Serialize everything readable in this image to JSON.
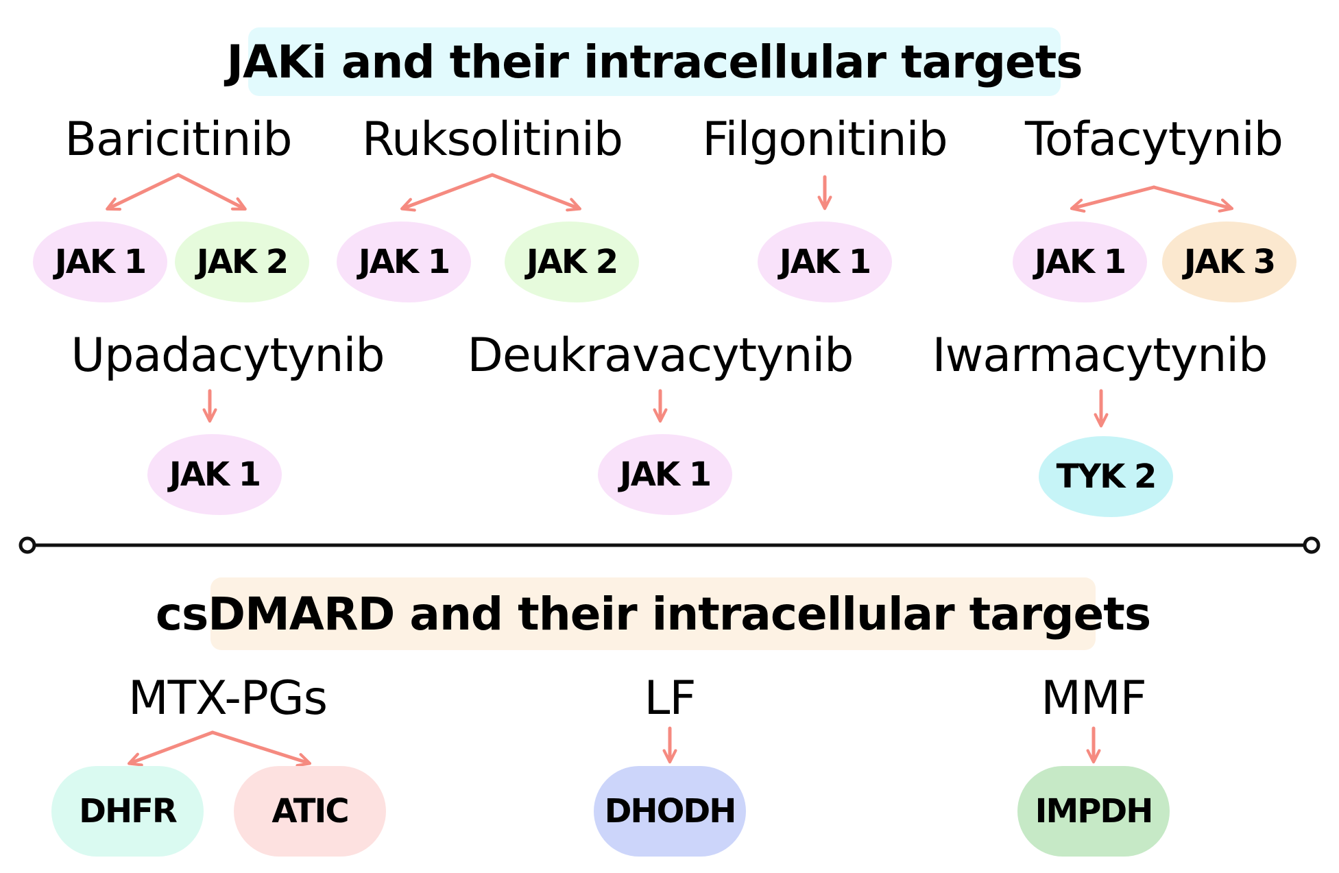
{
  "colors": {
    "arrow": "#f58a80",
    "divider": "#111111",
    "top_banner_bg": "#e2fafd",
    "bottom_banner_bg": "#fdf2e4",
    "jak1": "#f9e2fa",
    "jak2": "#e6fbdc",
    "jak3": "#fbe8cf",
    "tyk2": "#c6f4f7",
    "dhfr": "#dafaf1",
    "atic": "#fde1e0",
    "dhodh": "#ccd5fa",
    "impdh": "#c6e9c6"
  },
  "jaki_section": {
    "title": "JAKi and their intracellular targets",
    "drugs": [
      {
        "name": "Baricitinib",
        "targets": [
          {
            "label": "JAK 1",
            "kind": "jak1"
          },
          {
            "label": "JAK 2",
            "kind": "jak2"
          }
        ]
      },
      {
        "name": "Ruksolitinib",
        "targets": [
          {
            "label": "JAK 1",
            "kind": "jak1"
          },
          {
            "label": "JAK 2",
            "kind": "jak2"
          }
        ]
      },
      {
        "name": "Filgonitinib",
        "targets": [
          {
            "label": "JAK 1",
            "kind": "jak1"
          }
        ]
      },
      {
        "name": "Tofacytynib",
        "targets": [
          {
            "label": "JAK 1",
            "kind": "jak1"
          },
          {
            "label": "JAK 3",
            "kind": "jak3"
          }
        ]
      },
      {
        "name": "Upadacytynib",
        "targets": [
          {
            "label": "JAK 1",
            "kind": "jak1"
          }
        ]
      },
      {
        "name": "Deukravacytynib",
        "targets": [
          {
            "label": "JAK 1",
            "kind": "jak1"
          }
        ]
      },
      {
        "name": "Iwarmacytynib",
        "targets": [
          {
            "label": "TYK 2",
            "kind": "tyk2"
          }
        ]
      }
    ]
  },
  "csdmard_section": {
    "title": "csDMARD and their intracellular targets",
    "drugs": [
      {
        "name": "MTX-PGs",
        "targets": [
          {
            "label": "DHFR",
            "kind": "dhfr"
          },
          {
            "label": "ATIC",
            "kind": "atic"
          }
        ]
      },
      {
        "name": "LF",
        "targets": [
          {
            "label": "DHODH",
            "kind": "dhodh"
          }
        ]
      },
      {
        "name": "MMF",
        "targets": [
          {
            "label": "IMPDH",
            "kind": "impdh"
          }
        ]
      }
    ]
  }
}
